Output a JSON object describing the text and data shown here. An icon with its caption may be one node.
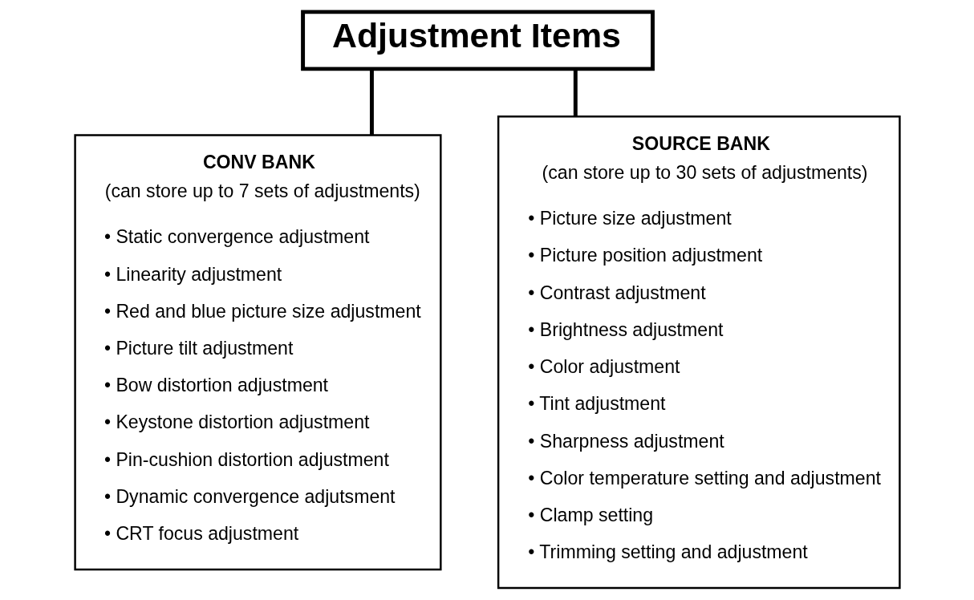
{
  "diagram": {
    "nodes": [
      {
        "text": [
          "Adjustment Items"
        ]
      },
      {
        "text": [
          "CONV BANK",
          "(can store up to 7 sets of adjustments)",
          "• Static convergence adjustment",
          "• Linearity adjustment",
          "• Red and blue picture size adjustment",
          "• Picture tilt adjustment",
          "• Bow distortion adjustment",
          "• Keystone distortion adjustment",
          "• Pin-cushion distortion adjustment",
          "• Dynamic convergence adjutsment",
          "• CRT focus adjustment"
        ]
      },
      {
        "text": [
          "SOURCE BANK",
          "(can store up to 30 sets of adjustments)",
          "• Picture size adjustment",
          "• Picture position adjustment",
          "• Contrast adjustment",
          "• Brightness adjustment",
          "• Color adjustment",
          "• Tint adjustment",
          "• Sharpness adjustment",
          "• Color temperature setting and adjustment",
          "• Clamp setting",
          "• Trimming setting and adjustment"
        ]
      }
    ],
    "edges": [
      {
        "from": 0,
        "to": 1,
        "arrow": "none"
      },
      {
        "from": 0,
        "to": 2,
        "arrow": "none"
      }
    ]
  }
}
